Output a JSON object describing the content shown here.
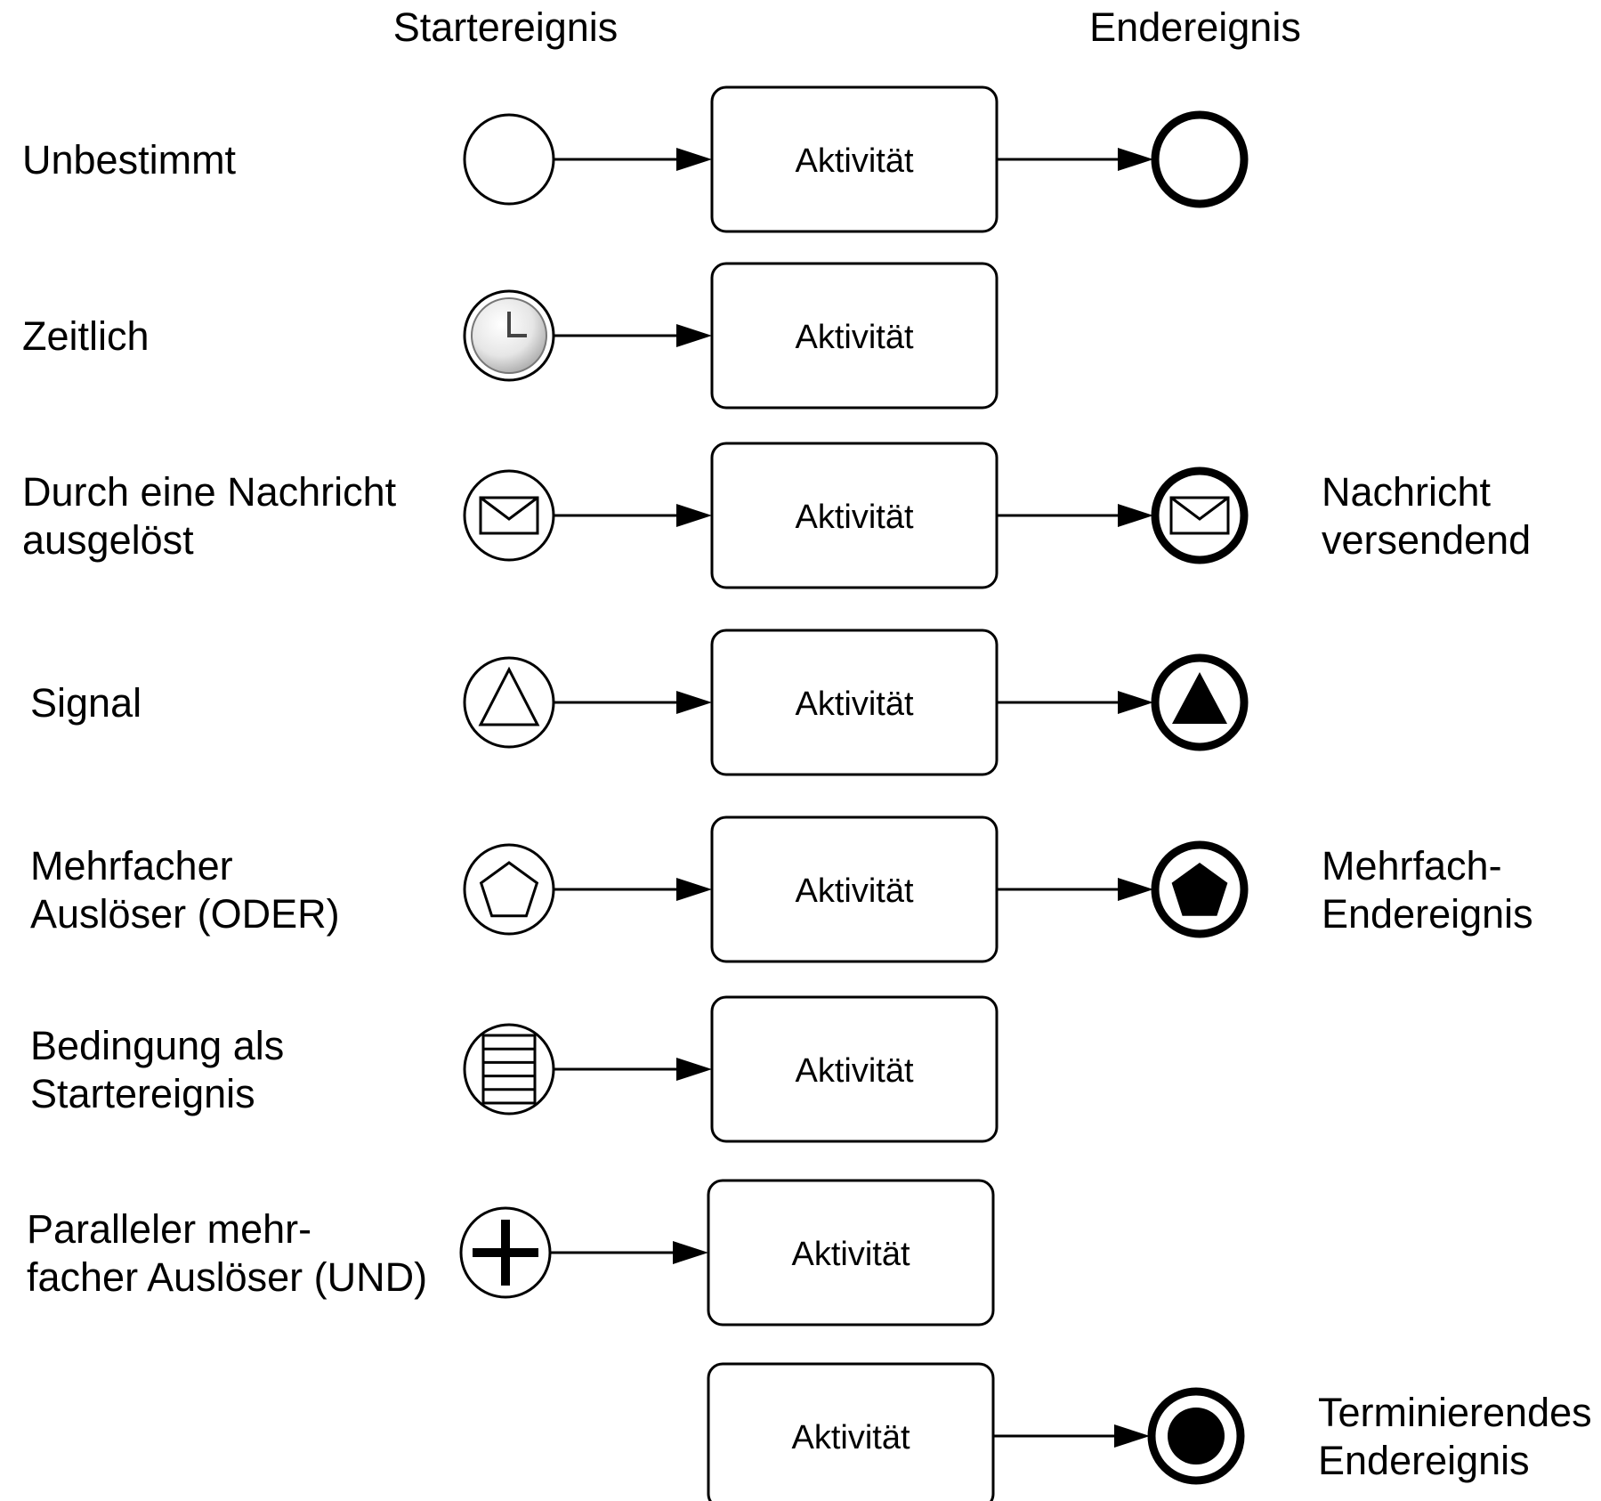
{
  "headers": {
    "start": "Startereignis",
    "end": "Endereignis"
  },
  "rows": [
    {
      "start_label": [
        "Unbestimmt"
      ],
      "start_event": "none-start-event-icon",
      "activity": "Aktivität",
      "end_event": "none-end-event-icon",
      "end_label": []
    },
    {
      "start_label": [
        "Zeitlich"
      ],
      "start_event": "timer-start-event-icon",
      "activity": "Aktivität",
      "end_event": null,
      "end_label": []
    },
    {
      "start_label": [
        "Durch eine Nachricht",
        "ausgelöst"
      ],
      "start_event": "message-start-event-icon",
      "activity": "Aktivität",
      "end_event": "message-end-event-icon",
      "end_label": [
        "Nachricht",
        "versendend"
      ]
    },
    {
      "start_label": [
        "Signal"
      ],
      "start_event": "signal-start-event-icon",
      "activity": "Aktivität",
      "end_event": "signal-end-event-icon",
      "end_label": []
    },
    {
      "start_label": [
        "Mehrfacher",
        "Auslöser (ODER)"
      ],
      "start_event": "multiple-start-event-icon",
      "activity": "Aktivität",
      "end_event": "multiple-end-event-icon",
      "end_label": [
        "Mehrfach-",
        "Endereignis"
      ]
    },
    {
      "start_label": [
        "Bedingung als",
        "Startereignis"
      ],
      "start_event": "conditional-start-event-icon",
      "activity": "Aktivität",
      "end_event": null,
      "end_label": []
    },
    {
      "start_label": [
        "Paralleler mehr-",
        "facher Auslöser (UND)"
      ],
      "start_event": "parallel-multiple-start-event-icon",
      "activity": "Aktivität",
      "end_event": null,
      "end_label": []
    },
    {
      "start_label": [],
      "start_event": null,
      "activity": "Aktivität",
      "end_event": "terminate-end-event-icon",
      "end_label": [
        "Terminierendes",
        "Endereignis"
      ]
    }
  ]
}
